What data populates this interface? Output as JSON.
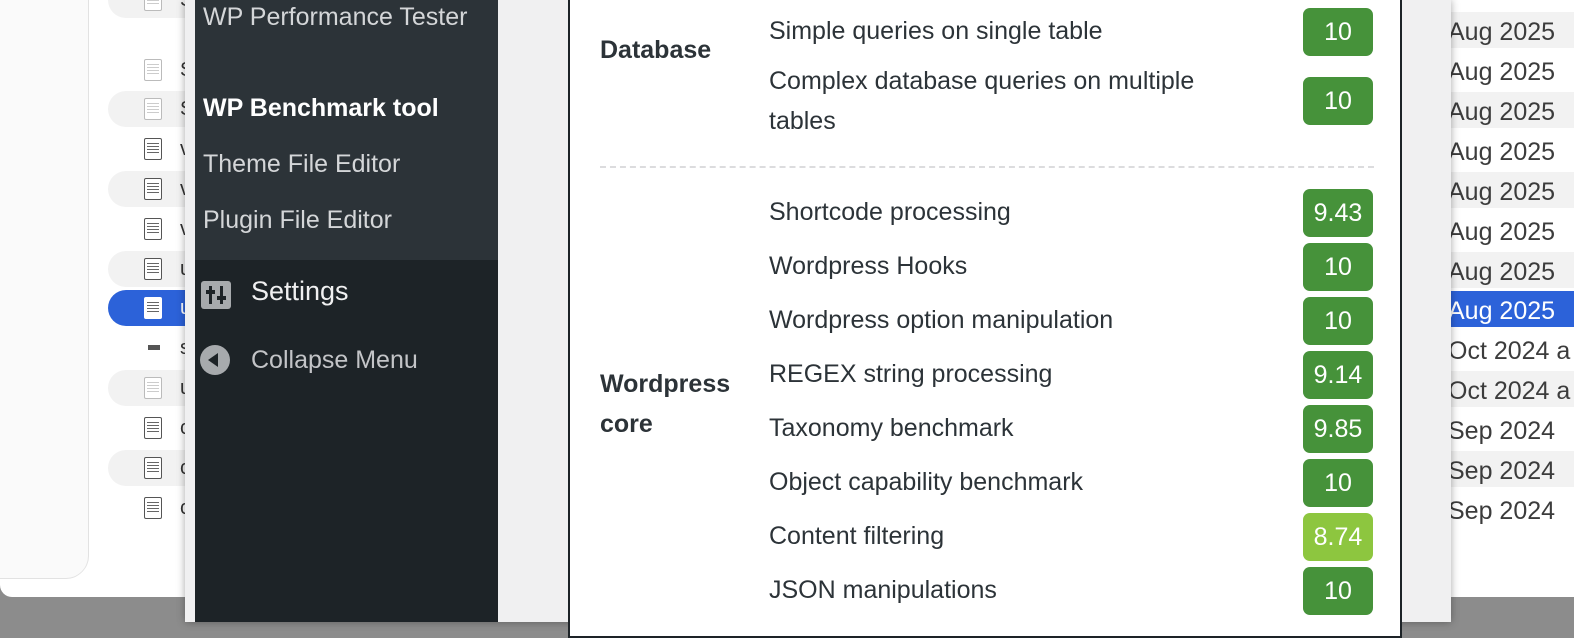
{
  "wp_admin": {
    "submenu": {
      "items": [
        {
          "label": "WP Performance Tester"
        },
        {
          "label": "WP Benchmark tool",
          "current": true
        },
        {
          "label": "Theme File Editor"
        },
        {
          "label": "Plugin File Editor"
        }
      ]
    },
    "menu": {
      "settings_label": "Settings",
      "collapse_label": "Collapse Menu"
    }
  },
  "benchmark": {
    "groups": [
      {
        "label": "Database",
        "tests": [
          {
            "name": "Simple queries on single table",
            "score": "10"
          },
          {
            "name": "Complex database queries on multiple tables",
            "score": "10"
          }
        ]
      },
      {
        "label": "Wordpress core",
        "tests": [
          {
            "name": "Shortcode processing",
            "score": "9.43"
          },
          {
            "name": "Wordpress Hooks",
            "score": "10"
          },
          {
            "name": "Wordpress option manipulation",
            "score": "10"
          },
          {
            "name": "REGEX string processing",
            "score": "9.14"
          },
          {
            "name": "Taxonomy benchmark",
            "score": "9.85"
          },
          {
            "name": "Object capability benchmark",
            "score": "10"
          },
          {
            "name": "Content filtering",
            "score": "8.74"
          },
          {
            "name": "JSON manipulations",
            "score": "10"
          }
        ]
      }
    ],
    "colors": {
      "score_high": "#46923a",
      "score_medium": "#8dc63f"
    }
  },
  "background_list": {
    "row_letters": [
      "S",
      "S",
      "S",
      "v",
      "v",
      "v",
      "u",
      "u",
      "s",
      "u",
      "c",
      "c",
      "c"
    ],
    "dates": [
      "Aug 2025",
      "Aug 2025",
      "Aug 2025",
      "Aug 2025",
      "Aug 2025",
      "Aug 2025",
      "Aug 2025",
      "Aug 2025",
      "Oct 2024 a",
      "Oct 2024 a",
      "Sep 2024",
      "Sep 2024",
      "Sep 2024"
    ],
    "selected_index": 7
  }
}
